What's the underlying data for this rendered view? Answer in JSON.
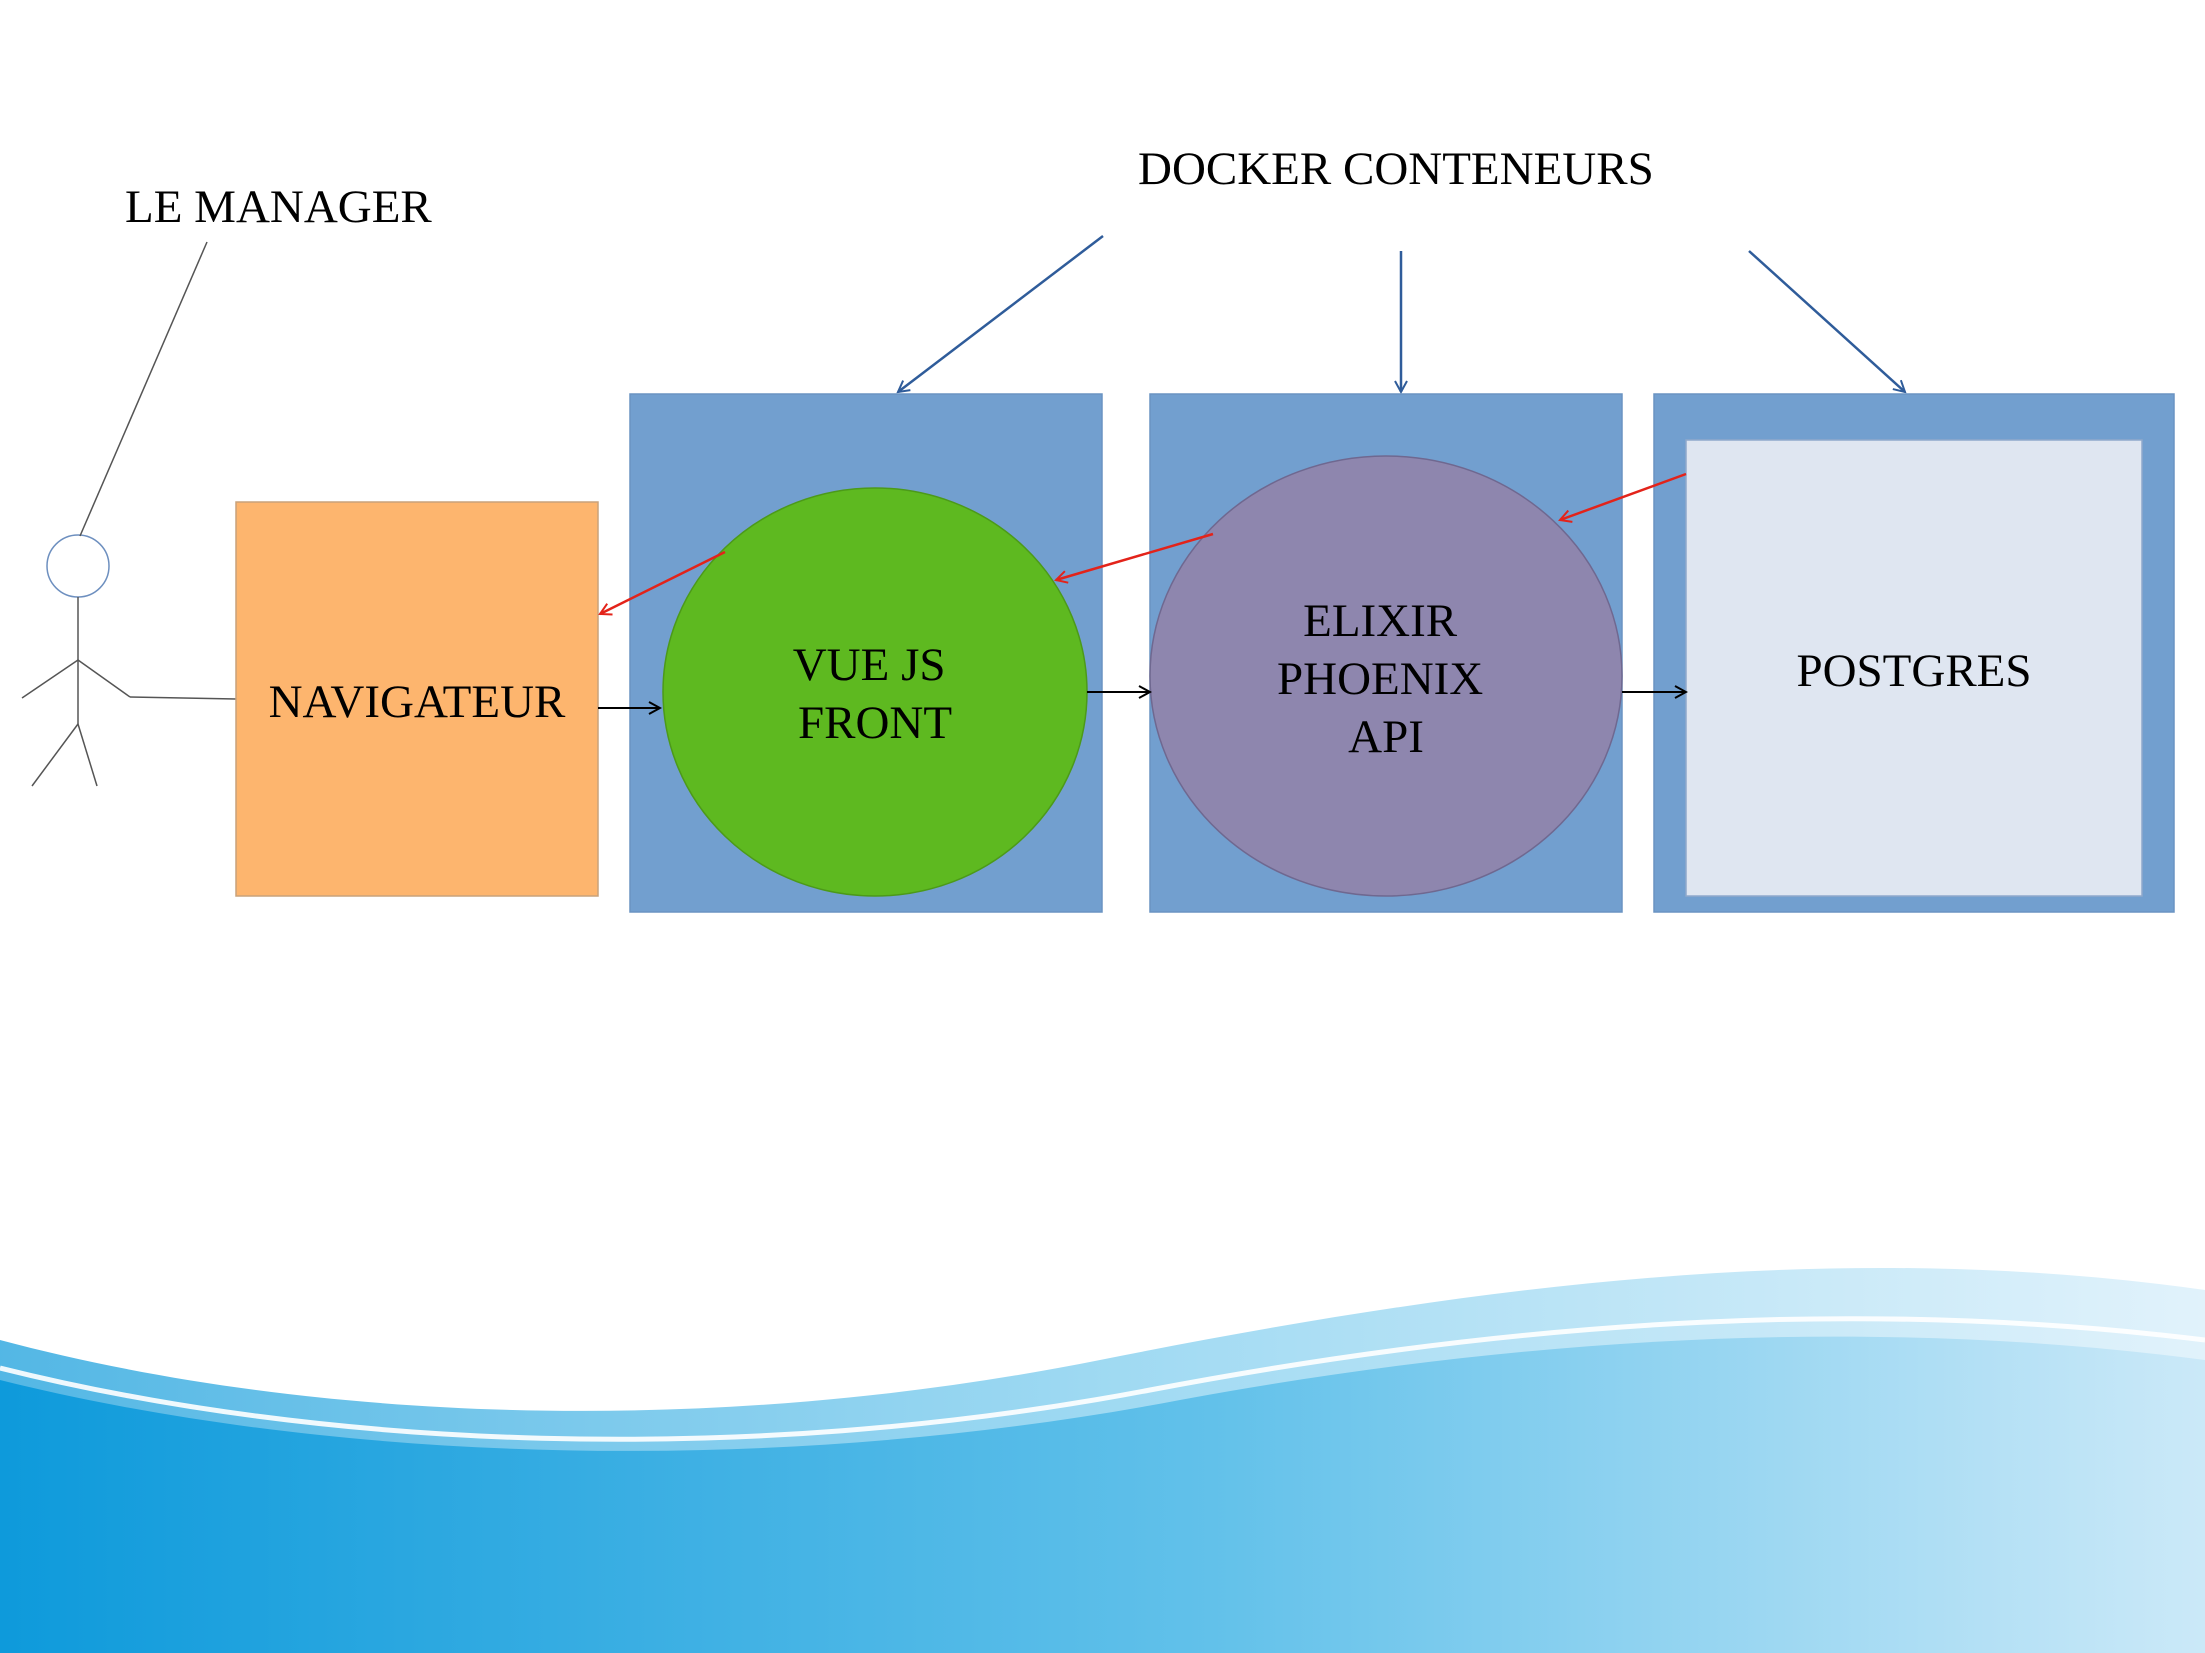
{
  "labels": {
    "actor": "LE MANAGER",
    "containers_title": "DOCKER CONTENEURS",
    "browser": "NAVIGATEUR",
    "front": [
      "VUE JS",
      "FRONT"
    ],
    "api": [
      "ELIXIR",
      "PHOENIX",
      "API"
    ],
    "database": "POSTGRES"
  },
  "colors": {
    "container_fill": "#729fcf",
    "container_stroke": "#6a93c2",
    "browser_fill": "#fdb56e",
    "front_fill": "#5eb920",
    "api_fill": "#8e86ae",
    "db_fill": "#dfe6f1",
    "pointer_arrow": "#2f5c9a",
    "response_arrow": "#e3231a",
    "request_arrow": "#000000",
    "actor_stroke": "#555555",
    "actor_head": "#6d8fbf",
    "wave_dark": "#0e9adb",
    "wave_light": "#cbe9f8"
  }
}
